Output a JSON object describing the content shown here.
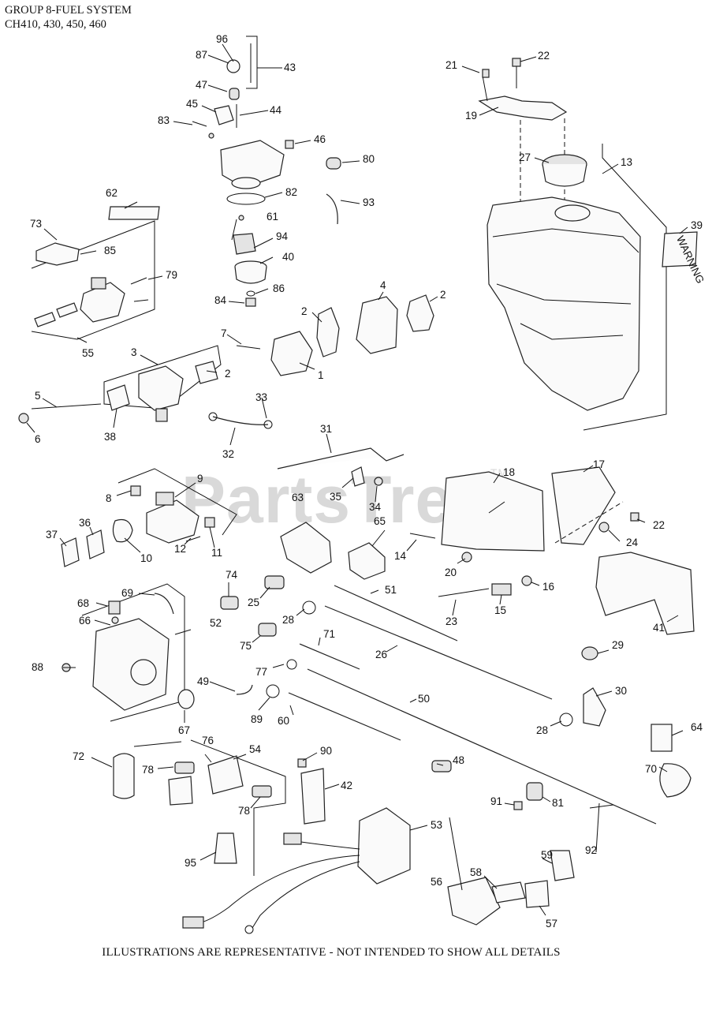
{
  "header": {
    "title": "GROUP 8-FUEL SYSTEM",
    "models": "CH410, 430, 450, 460"
  },
  "watermark": {
    "text": "PartsTree",
    "mark": "TM"
  },
  "footer": {
    "text": "ILLUSTRATIONS ARE REPRESENTATIVE - NOT INTENDED TO SHOW ALL DETAILS"
  },
  "callouts": {
    "c1": "1",
    "c2a": "2",
    "c2b": "2",
    "c2c": "2",
    "c3": "3",
    "c4": "4",
    "c5": "5",
    "c6": "6",
    "c7": "7",
    "c8": "8",
    "c9": "9",
    "c10": "10",
    "c11": "11",
    "c12": "12",
    "c13": "13",
    "c14": "14",
    "c15": "15",
    "c16": "16",
    "c17": "17",
    "c18": "18",
    "c19": "19",
    "c20": "20",
    "c21": "21",
    "c22a": "22",
    "c22b": "22",
    "c23": "23",
    "c24": "24",
    "c25": "25",
    "c26": "26",
    "c27": "27",
    "c28a": "28",
    "c28b": "28",
    "c29": "29",
    "c30": "30",
    "c31": "31",
    "c32": "32",
    "c33": "33",
    "c34": "34",
    "c35": "35",
    "c36": "36",
    "c37": "37",
    "c38": "38",
    "c39": "39",
    "c40": "40",
    "c41": "41",
    "c42": "42",
    "c43": "43",
    "c44": "44",
    "c45": "45",
    "c46": "46",
    "c47": "47",
    "c48": "48",
    "c49": "49",
    "c50": "50",
    "c51": "51",
    "c52": "52",
    "c53": "53",
    "c54": "54",
    "c55": "55",
    "c56": "56",
    "c57": "57",
    "c58": "58",
    "c59": "59",
    "c60": "60",
    "c61": "61",
    "c62": "62",
    "c63": "63",
    "c64": "64",
    "c65": "65",
    "c66": "66",
    "c67": "67",
    "c68": "68",
    "c69": "69",
    "c70": "70",
    "c71": "71",
    "c72": "72",
    "c73": "73",
    "c74": "74",
    "c75": "75",
    "c76": "76",
    "c77": "77",
    "c78a": "78",
    "c78b": "78",
    "c79": "79",
    "c80": "80",
    "c81": "81",
    "c82": "82",
    "c83": "83",
    "c84": "84",
    "c85": "85",
    "c86": "86",
    "c87": "87",
    "c88": "88",
    "c89": "89",
    "c90": "90",
    "c91": "91",
    "c92": "92",
    "c93": "93",
    "c94": "94",
    "c95": "95",
    "c96": "96"
  },
  "decal_text": "WARNING"
}
